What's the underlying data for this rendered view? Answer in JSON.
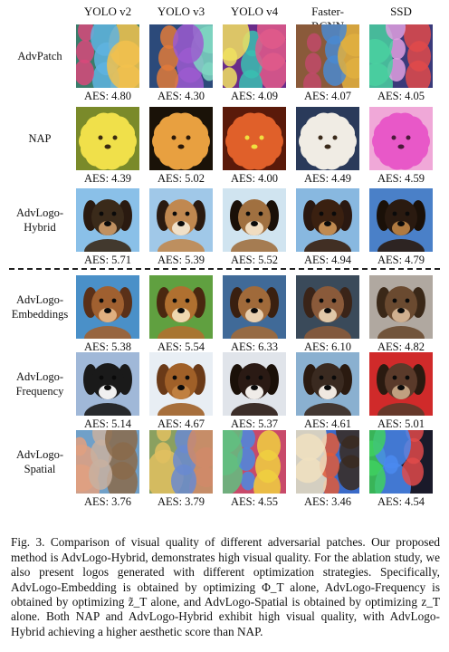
{
  "columns": [
    "YOLO v2",
    "YOLO v3",
    "YOLO v4",
    "Faster-RCNN",
    "SSD"
  ],
  "rows": [
    {
      "label": [
        "AdvPatch"
      ],
      "aes": [
        "AES: 4.80",
        "AES: 4.30",
        "AES: 4.09",
        "AES: 4.07",
        "AES: 4.05"
      ],
      "images": [
        {
          "kind": "abstract",
          "bg": "#3a7d6b",
          "c1": "#d8487a",
          "c2": "#5fb3e0",
          "c3": "#f2c14e"
        },
        {
          "kind": "abstract",
          "bg": "#2c4a7a",
          "c1": "#e07a3a",
          "c2": "#9c5ad0",
          "c3": "#7fd6c2"
        },
        {
          "kind": "abstract",
          "bg": "#6a2c8a",
          "c1": "#3ac0b0",
          "c2": "#e05a8a",
          "c3": "#f0e060"
        },
        {
          "kind": "abstract",
          "bg": "#8a5a3a",
          "c1": "#4a8ad0",
          "c2": "#e0b040",
          "c3": "#c04a6a"
        },
        {
          "kind": "abstract",
          "bg": "#3a3a7a",
          "c1": "#e04a4a",
          "c2": "#4ad0a0",
          "c3": "#e0a0e0"
        }
      ]
    },
    {
      "label": [
        "NAP"
      ],
      "aes": [
        "AES: 4.39",
        "AES: 5.02",
        "AES: 4.00",
        "AES: 4.49",
        "AES: 4.59"
      ],
      "images": [
        {
          "kind": "fluffy",
          "bg": "#7a8a2a",
          "fur": "#f0e04a",
          "face": "#3a2a10"
        },
        {
          "kind": "fluffy",
          "bg": "#1a1208",
          "fur": "#e8a040",
          "face": "#2a1808"
        },
        {
          "kind": "fluffy",
          "bg": "#5a1a0a",
          "fur": "#e0602a",
          "face": "#f0e040"
        },
        {
          "kind": "fluffy",
          "bg": "#2a3a5a",
          "fur": "#f0ece4",
          "face": "#3a2a1a"
        },
        {
          "kind": "fluffy",
          "bg": "#f0a8d8",
          "fur": "#e858c8",
          "face": "#4a1a3a"
        }
      ]
    },
    {
      "label": [
        "AdvLogo-",
        "Hybrid"
      ],
      "aes": [
        "AES: 5.71",
        "AES: 5.39",
        "AES: 5.52",
        "AES: 4.94",
        "AES: 4.79"
      ],
      "images": [
        {
          "kind": "dog",
          "bg": "#8ac0e8",
          "head": "#3a2a1a",
          "muzzle": "#c09060",
          "ear": "#2a1a10"
        },
        {
          "kind": "dog",
          "bg": "#a0c8e8",
          "head": "#c08850",
          "muzzle": "#f0e0c8",
          "ear": "#2a1a10"
        },
        {
          "kind": "dog",
          "bg": "#d0e4f0",
          "head": "#a07040",
          "muzzle": "#f0dcc0",
          "ear": "#1a1008"
        },
        {
          "kind": "dog",
          "bg": "#88b8e0",
          "head": "#3a2010",
          "muzzle": "#c08a50",
          "ear": "#2a1810"
        },
        {
          "kind": "dog",
          "bg": "#4a80c8",
          "head": "#2a1a10",
          "muzzle": "#b07a40",
          "ear": "#1a1008"
        }
      ]
    },
    {
      "label": [
        "AdvLogo-",
        "Embeddings"
      ],
      "aes": [
        "AES: 5.38",
        "AES: 5.54",
        "AES: 6.33",
        "AES: 6.10",
        "AES: 4.82"
      ],
      "images": [
        {
          "kind": "dog",
          "bg": "#4a90c8",
          "head": "#a06030",
          "muzzle": "#e0b080",
          "ear": "#5a3018"
        },
        {
          "kind": "dog",
          "bg": "#60a040",
          "head": "#b07030",
          "muzzle": "#f0d8b0",
          "ear": "#4a2810"
        },
        {
          "kind": "dog",
          "bg": "#406a98",
          "head": "#a06a3a",
          "muzzle": "#e8d0b0",
          "ear": "#3a2010"
        },
        {
          "kind": "dog",
          "bg": "#3a4a5a",
          "head": "#8a5a3a",
          "muzzle": "#e0c8a8",
          "ear": "#3a2418"
        },
        {
          "kind": "dog",
          "bg": "#b0a8a0",
          "head": "#6a4a30",
          "muzzle": "#d0b090",
          "ear": "#3a2818"
        }
      ]
    },
    {
      "label": [
        "AdvLogo-",
        "Frequency"
      ],
      "aes": [
        "AES: 5.14",
        "AES: 4.67",
        "AES: 5.37",
        "AES: 4.61",
        "AES: 5.01"
      ],
      "images": [
        {
          "kind": "dog",
          "bg": "#a0b8d8",
          "head": "#1a1a1a",
          "muzzle": "#f0f0f0",
          "ear": "#1a1a1a"
        },
        {
          "kind": "dog",
          "bg": "#e8eef4",
          "head": "#a06028",
          "muzzle": "#c08040",
          "ear": "#6a3a18"
        },
        {
          "kind": "dog",
          "bg": "#e0e4ea",
          "head": "#2a1a14",
          "muzzle": "#f0ece8",
          "ear": "#1a1008"
        },
        {
          "kind": "dog",
          "bg": "#8ab0d0",
          "head": "#3a2a20",
          "muzzle": "#f0e8e0",
          "ear": "#2a1a10"
        },
        {
          "kind": "dog",
          "bg": "#d02a2a",
          "head": "#5a3a2a",
          "muzzle": "#c0a080",
          "ear": "#2a1a10"
        }
      ]
    },
    {
      "label": [
        "AdvLogo-",
        "Spatial"
      ],
      "aes": [
        "AES: 3.76",
        "AES: 3.79",
        "AES: 4.55",
        "AES: 3.46",
        "AES: 4.54"
      ],
      "images": [
        {
          "kind": "abstract",
          "bg": "#70a0c8",
          "c1": "#e0a080",
          "c2": "#c8b0a0",
          "c3": "#8a6a4a"
        },
        {
          "kind": "abstract",
          "bg": "#8aa060",
          "c1": "#e0c060",
          "c2": "#6a8ad0",
          "c3": "#d08a6a"
        },
        {
          "kind": "abstract",
          "bg": "#c84a6a",
          "c1": "#4a8ae0",
          "c2": "#f0d040",
          "c3": "#60c080"
        },
        {
          "kind": "abstract",
          "bg": "#3a6ac8",
          "c1": "#e05a3a",
          "c2": "#3a2a20",
          "c3": "#f0e0c0"
        },
        {
          "kind": "abstract",
          "bg": "#1a1a2a",
          "c1": "#e04a4a",
          "c2": "#40d060",
          "c3": "#4a8af0"
        }
      ]
    }
  ],
  "caption": "Fig. 3.   Comparison of visual quality of different adversarial patches. Our proposed method is AdvLogo-Hybrid, demonstrates high visual quality. For the ablation study, we also present logos generated with different optimization strategies. Specifically, AdvLogo-Embedding is obtained by optimizing Φ_T alone, AdvLogo-Frequency is obtained by optimizing z̃_T alone, and AdvLogo-Spatial is obtained by optimizing z_T alone. Both NAP and AdvLogo-Hybrid exhibit high visual quality, with AdvLogo-Hybrid achieving a higher aesthetic score than NAP."
}
